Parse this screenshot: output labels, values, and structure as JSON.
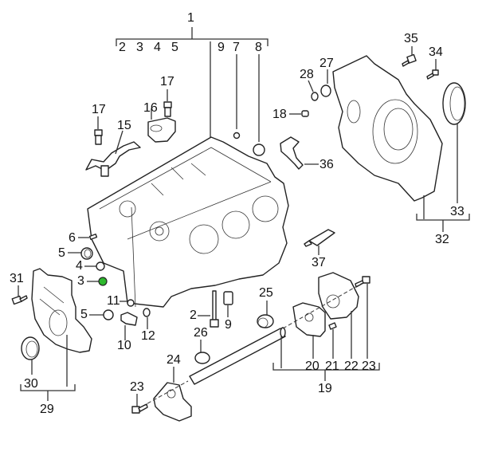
{
  "diagram": {
    "title": "Engine crankcase exploded parts diagram",
    "highlight_color": "#2db82d",
    "highlighted_part": "3",
    "labels": {
      "p1": "1",
      "p2": "2",
      "p2b": "2",
      "p3": "3",
      "p3b": "3",
      "p4": "4",
      "p4b": "4",
      "p5": "5",
      "p5b": "5",
      "p5c": "5",
      "p6": "6",
      "p7": "7",
      "p8": "8",
      "p9": "9",
      "p9b": "9",
      "p10": "10",
      "p11": "11",
      "p12": "12",
      "p15": "15",
      "p16": "16",
      "p17a": "17",
      "p17b": "17",
      "p18": "18",
      "p19": "19",
      "p20": "20",
      "p21": "21",
      "p22": "22",
      "p23a": "23",
      "p23b": "23",
      "p24": "24",
      "p25": "25",
      "p26": "26",
      "p27": "27",
      "p28": "28",
      "p29": "29",
      "p30": "30",
      "p31": "31",
      "p32": "32",
      "p33": "33",
      "p34": "34",
      "p35": "35",
      "p36": "36",
      "p37": "37"
    }
  }
}
